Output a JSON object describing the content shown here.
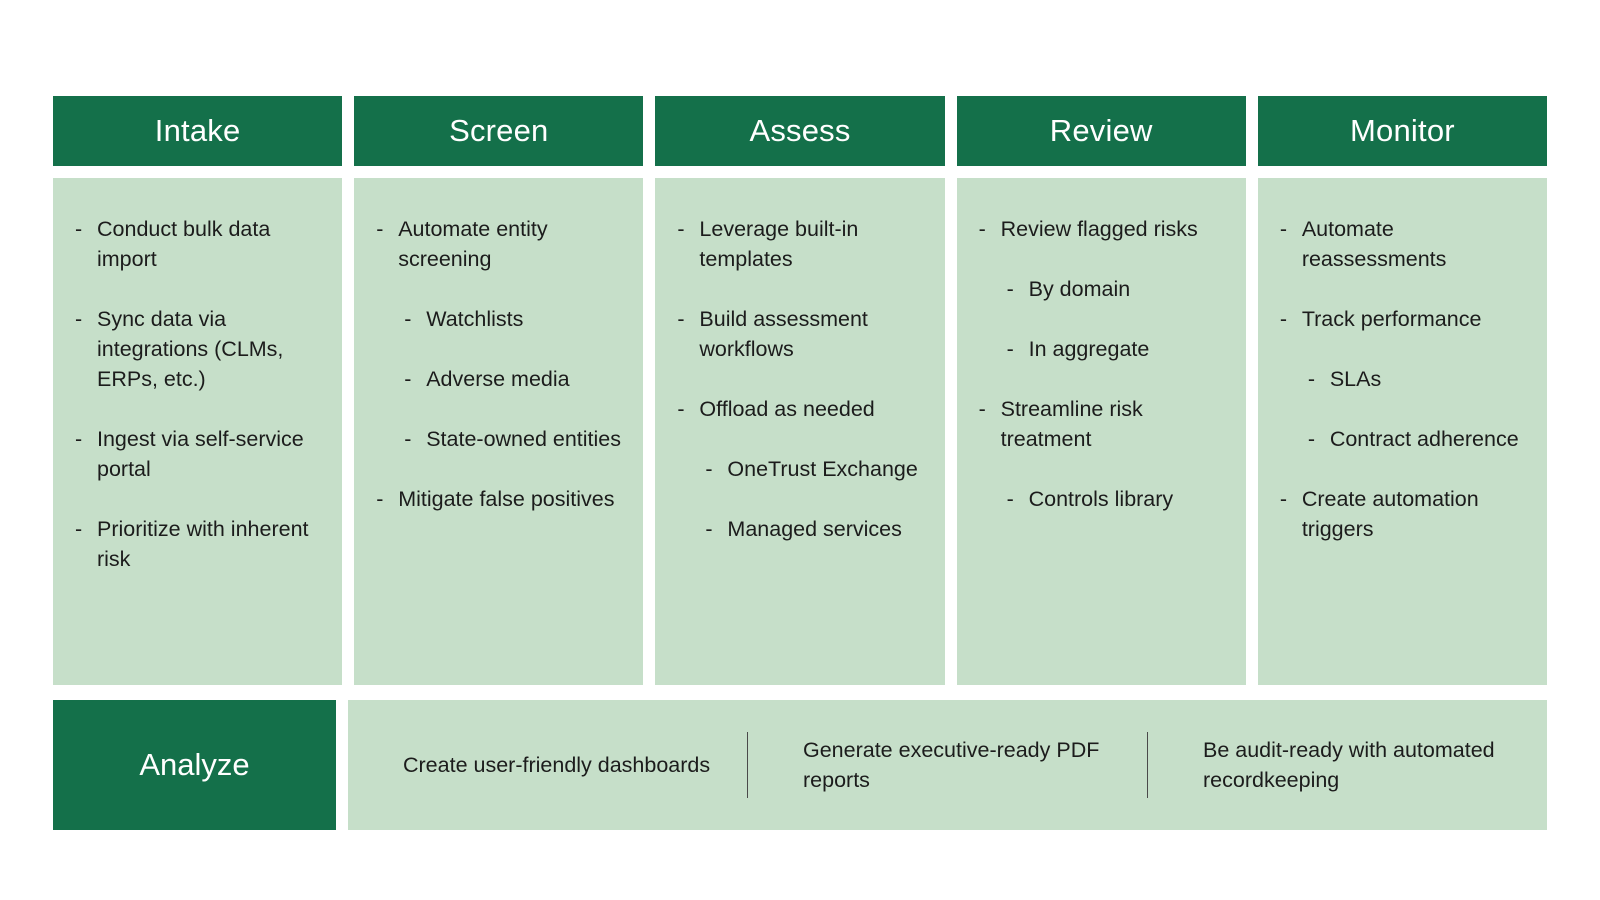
{
  "theme": {
    "header_bg": "#14704a",
    "panel_bg": "#c6dfc9",
    "header_text": "#ffffff",
    "body_text": "#1c1c1c",
    "divider": "#4a4a4a",
    "page_bg": "#ffffff"
  },
  "stages": [
    {
      "title": "Intake",
      "bullets": [
        {
          "text": "Conduct bulk data import",
          "sub": []
        },
        {
          "text": "Sync data via integrations (CLMs, ERPs, etc.)",
          "sub": []
        },
        {
          "text": "Ingest via self-service portal",
          "sub": []
        },
        {
          "text": "Prioritize with inherent risk",
          "sub": []
        }
      ]
    },
    {
      "title": "Screen",
      "bullets": [
        {
          "text": "Automate entity screening",
          "sub": [
            "Watchlists",
            "Adverse media",
            "State-owned entities"
          ]
        },
        {
          "text": "Mitigate false positives",
          "sub": []
        }
      ]
    },
    {
      "title": "Assess",
      "bullets": [
        {
          "text": "Leverage built-in templates",
          "sub": []
        },
        {
          "text": "Build assessment workflows",
          "sub": []
        },
        {
          "text": "Offload as needed",
          "sub": [
            "OneTrust Exchange",
            "Managed services"
          ]
        }
      ]
    },
    {
      "title": "Review",
      "bullets": [
        {
          "text": "Review flagged risks",
          "sub": [
            "By domain",
            "In aggregate"
          ]
        },
        {
          "text": "Streamline risk treatment",
          "sub": [
            "Controls library"
          ]
        }
      ]
    },
    {
      "title": "Monitor",
      "bullets": [
        {
          "text": "Automate reassessments",
          "sub": []
        },
        {
          "text": "Track performance",
          "sub": [
            "SLAs",
            "Contract adherence"
          ]
        },
        {
          "text": "Create automation triggers",
          "sub": []
        }
      ]
    }
  ],
  "analyze": {
    "label": "Analyze",
    "items": [
      "Create user-friendly dashboards",
      "Generate executive-ready PDF reports",
      "Be audit-ready with automated recordkeeping"
    ]
  }
}
